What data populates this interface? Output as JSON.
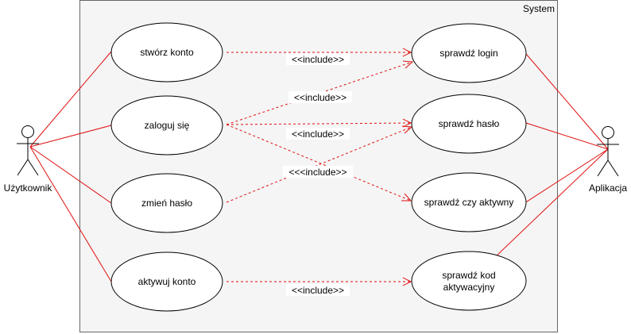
{
  "system": {
    "label": "System"
  },
  "actors": {
    "user": {
      "label": "Użytkownik"
    },
    "app": {
      "label": "Aplikacja"
    }
  },
  "usecases": {
    "stworz_konto": "stwórz konto",
    "zaloguj_sie": "zaloguj się",
    "zmien_haslo": "zmień hasło",
    "aktywuj_konto": "aktywuj konto",
    "sprawdz_login": "sprawdź login",
    "sprawdz_haslo": "sprawdź hasło",
    "sprawdz_czy_aktywny": "sprawdź czy aktywny",
    "sprawdz_kod_line1": "sprawdź kod",
    "sprawdz_kod_line2": "aktywacyjny"
  },
  "include_labels": {
    "create_login": "<<include>>",
    "login_login": "<<include>>",
    "login_password": "<<include>>",
    "change_password": "<<<include>>",
    "activate_code": "<<include>>"
  },
  "colors": {
    "relation": "#e01010",
    "boundary_fill": "#f5f5f5",
    "boundary_stroke": "#666666"
  }
}
